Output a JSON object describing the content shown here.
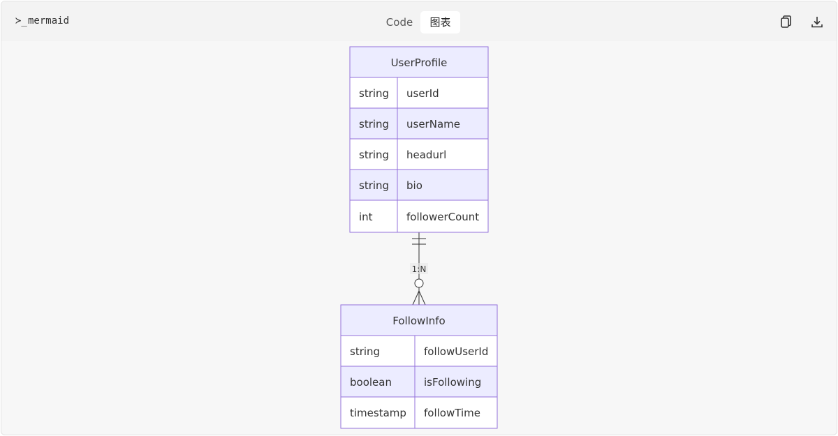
{
  "toolbar": {
    "lang_prompt_glyph": "≻_",
    "lang_label": "mermaid",
    "tabs": [
      {
        "label": "Code",
        "active": false
      },
      {
        "label": "图表",
        "active": true
      }
    ],
    "actions": [
      {
        "icon": "copy-icon"
      },
      {
        "icon": "download-icon"
      }
    ]
  },
  "diagram": {
    "entities": [
      {
        "name": "UserProfile",
        "attributes": [
          {
            "type": "string",
            "name": "userId"
          },
          {
            "type": "string",
            "name": "userName"
          },
          {
            "type": "string",
            "name": "headurl"
          },
          {
            "type": "string",
            "name": "bio"
          },
          {
            "type": "int",
            "name": "followerCount"
          }
        ]
      },
      {
        "name": "FollowInfo",
        "attributes": [
          {
            "type": "string",
            "name": "followUserId"
          },
          {
            "type": "boolean",
            "name": "isFollowing"
          },
          {
            "type": "timestamp",
            "name": "followTime"
          }
        ]
      }
    ],
    "relationship": {
      "label": "1:N",
      "from_cardinality": "exactly-one",
      "to_cardinality": "zero-or-more"
    }
  },
  "colors": {
    "page_bg": "#ffffff",
    "frame_bg": "#f7f7f7",
    "toolbar_bg": "#f3f3f3",
    "entity_border": "#9370db",
    "entity_header_fill": "#ececff",
    "row_even_fill": "#ffffff",
    "row_odd_fill": "#ececff",
    "relation_line": "#333333",
    "relation_label_bg": "#e8e8e8"
  }
}
